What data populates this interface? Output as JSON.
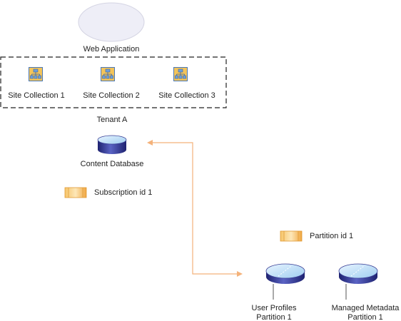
{
  "web_application": {
    "label": "Web Application"
  },
  "site_collections": [
    {
      "label": "Site Collection 1"
    },
    {
      "label": "Site Collection 2"
    },
    {
      "label": "Site Collection 3"
    }
  ],
  "tenant": {
    "label": "Tenant A"
  },
  "content_database": {
    "label": "Content Database"
  },
  "subscription": {
    "label": "Subscription id 1"
  },
  "partition": {
    "label": "Partition id 1"
  },
  "services": [
    {
      "line1": "User Profiles",
      "line2": "Partition 1"
    },
    {
      "line1": "Managed Metadata",
      "line2": "Partition 1"
    }
  ],
  "colors": {
    "connector": "#f4b27a",
    "database_blue": "#2b2f86",
    "database_top": "#cfe8fb",
    "site_icon_border": "#4a78b8",
    "site_icon_fill": "#f3c45a",
    "token_orange": "#f0b04a"
  }
}
